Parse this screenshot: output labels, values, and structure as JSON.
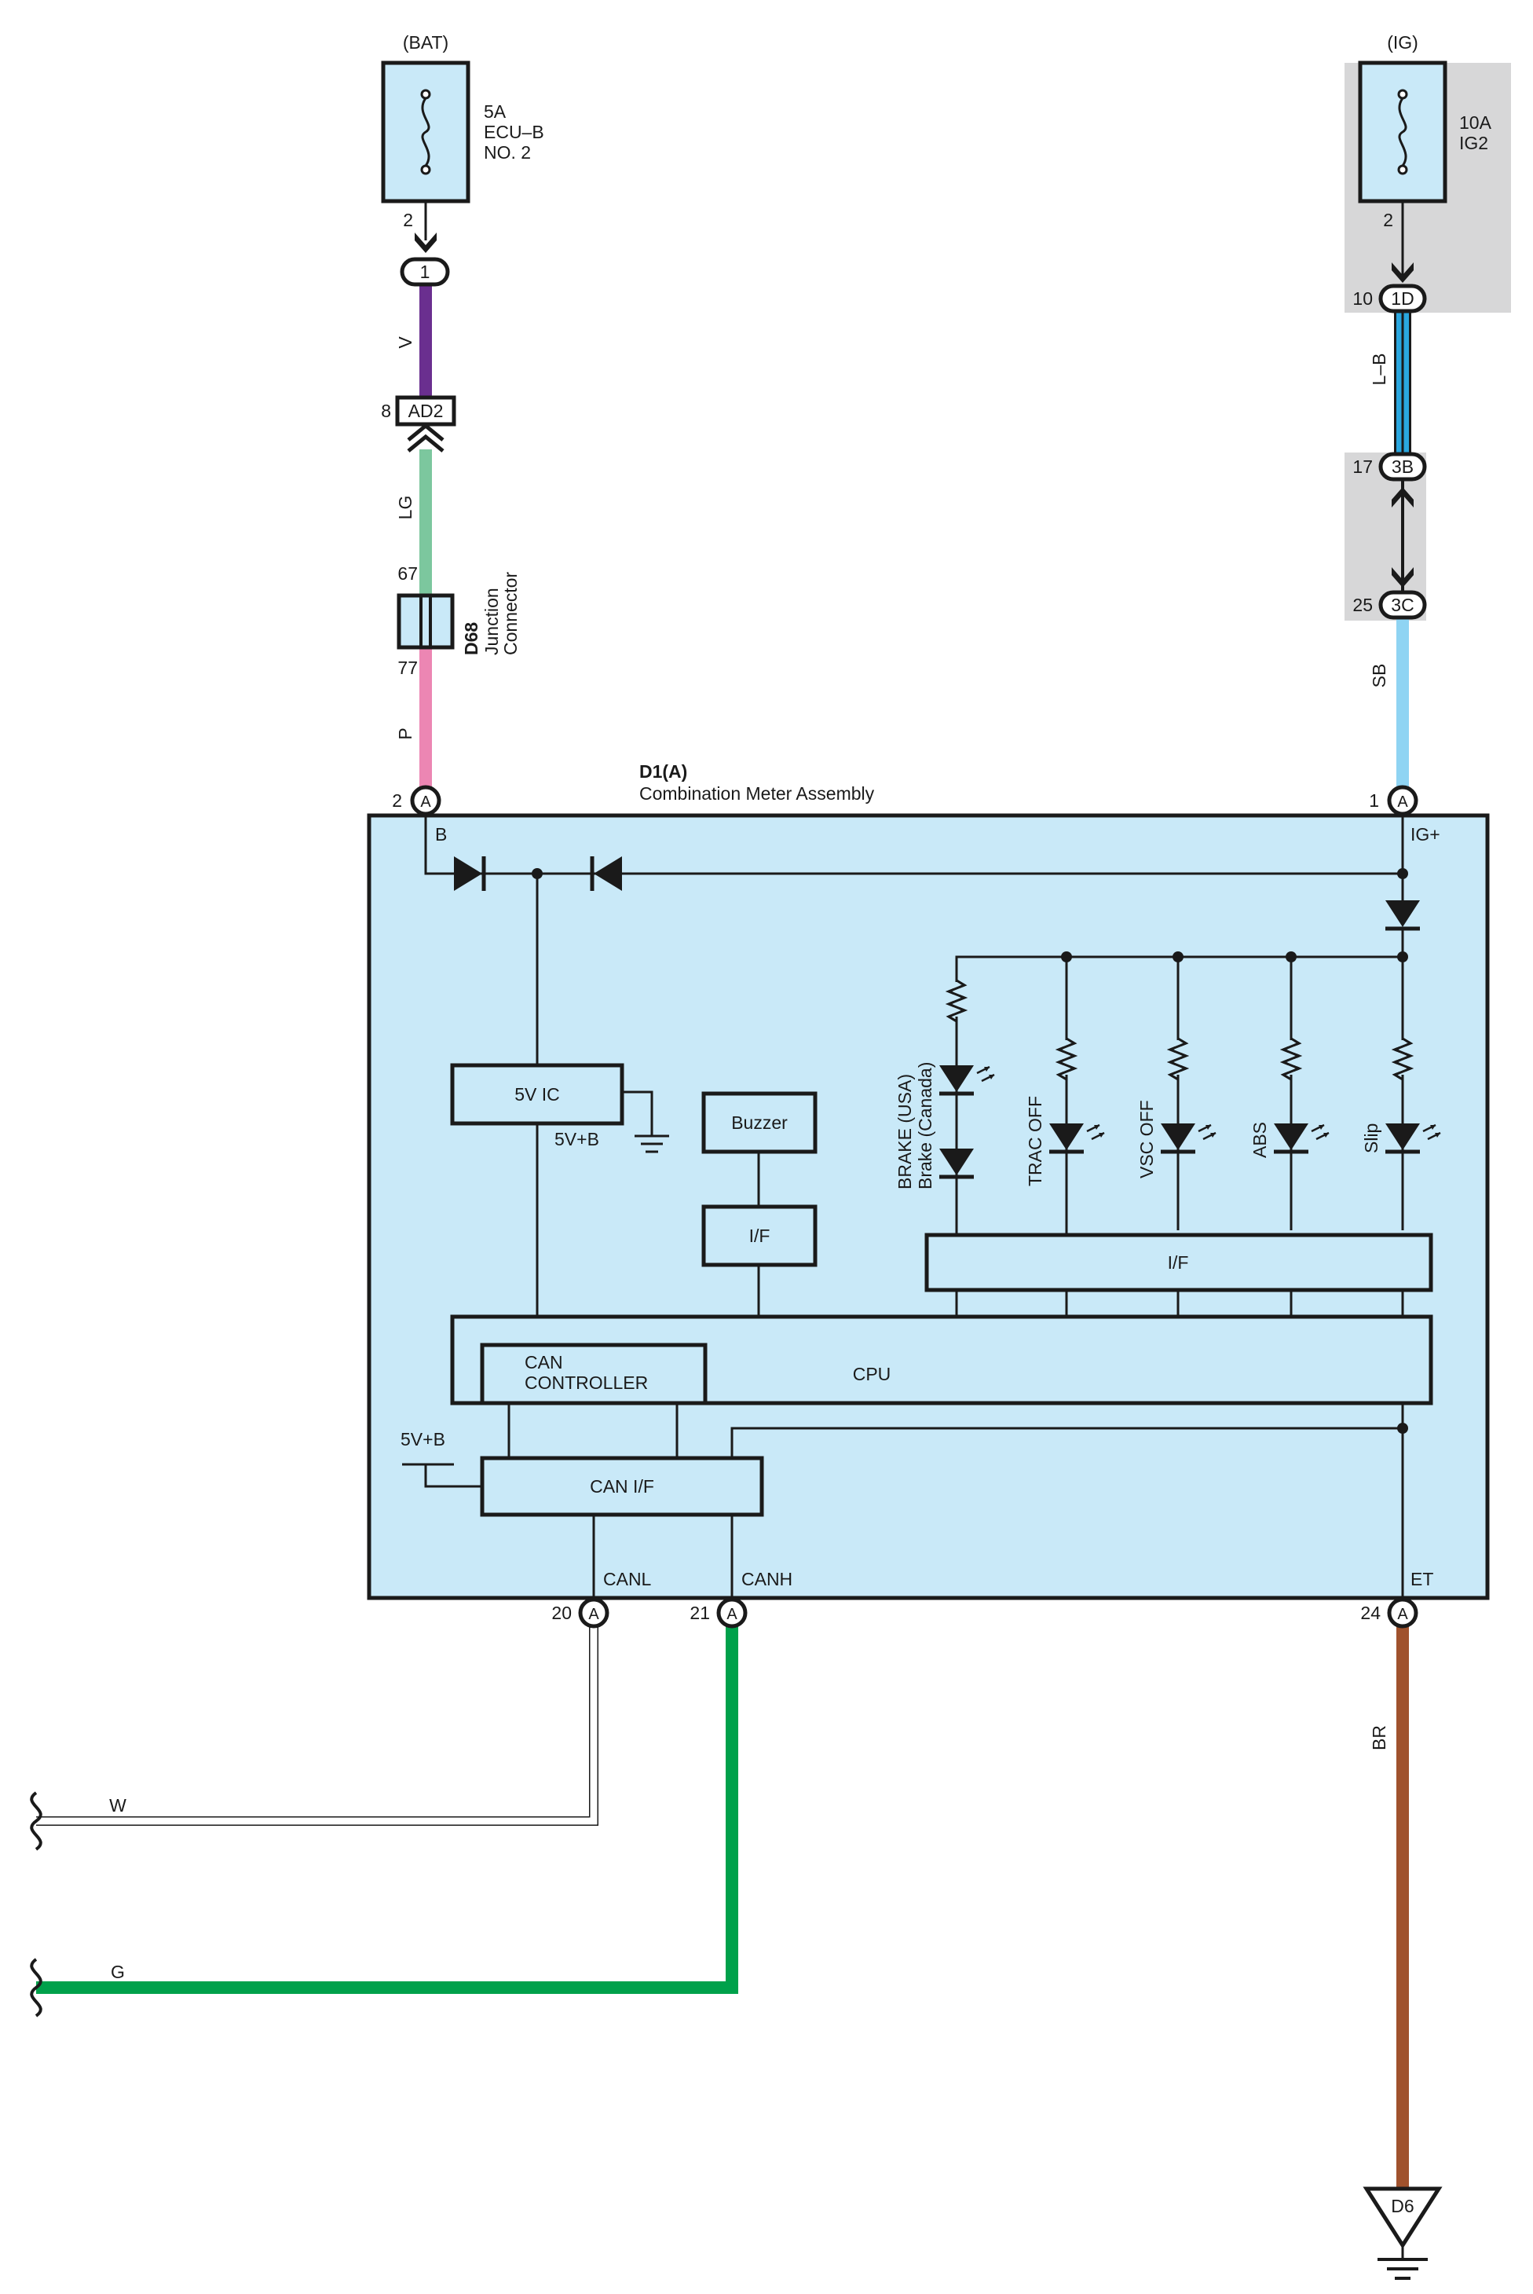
{
  "colors": {
    "meter_fill": "#c9e9f8",
    "fuse_fill": "#c9e9f8",
    "shade": "#d7d7d8",
    "wire_V": "#6a2f8f",
    "wire_LG": "#7cc79e",
    "wire_P": "#ec86b3",
    "wire_LB": "#2aa7df",
    "wire_SB": "#8fd4f3",
    "wire_G": "#00a14b",
    "wire_BR": "#a0522d",
    "wire_W": "#ffffff",
    "line": "#1a1a1a"
  },
  "power": {
    "bat": {
      "label": "(BAT)",
      "fuse_rating": "5A",
      "fuse_name": "ECU–B",
      "fuse_no": "NO. 2",
      "out_pin": "2",
      "conn_1": "1",
      "wire_v": "V",
      "pin_8": "8",
      "conn_ad2": "AD2",
      "wire_lg": "LG",
      "pin_67": "67",
      "jc_id": "D68",
      "jc_name_1": "Junction",
      "jc_name_2": "Connector",
      "pin_77": "77",
      "wire_p": "P"
    },
    "ig": {
      "label": "(IG)",
      "fuse_rating": "10A",
      "fuse_name": "IG2",
      "out_pin": "2",
      "pin_10": "10",
      "conn_1d": "1D",
      "wire_lb": "L–B",
      "pin_17": "17",
      "conn_3b": "3B",
      "pin_25": "25",
      "conn_3c": "3C",
      "wire_sb": "SB"
    }
  },
  "meter": {
    "id": "D1(A)",
    "name": "Combination Meter Assembly",
    "pin_b": {
      "num": "2",
      "conn": "A",
      "name": "B"
    },
    "pin_ig": {
      "num": "1",
      "conn": "A",
      "name": "IG+"
    },
    "pin_canl": {
      "num": "20",
      "conn": "A",
      "name": "CANL"
    },
    "pin_canh": {
      "num": "21",
      "conn": "A",
      "name": "CANH"
    },
    "pin_et": {
      "num": "24",
      "conn": "A",
      "name": "ET"
    },
    "ic_5v": "5V IC",
    "v5b_1": "5V+B",
    "v5b_2": "5V+B",
    "buzzer": "Buzzer",
    "if_buzzer": "I/F",
    "if_leds": "I/F",
    "cpu": "CPU",
    "can_ctrl_1": "CAN",
    "can_ctrl_2": "CONTROLLER",
    "can_if": "CAN I/F",
    "indicators": {
      "brake_1": "BRAKE (USA)",
      "brake_2": "Brake (Canada)",
      "trac": "TRAC OFF",
      "vsc": "VSC OFF",
      "abs": "ABS",
      "slip": "Slip"
    }
  },
  "external": {
    "wire_w": "W",
    "wire_g": "G",
    "wire_br": "BR",
    "ground": "D6"
  }
}
